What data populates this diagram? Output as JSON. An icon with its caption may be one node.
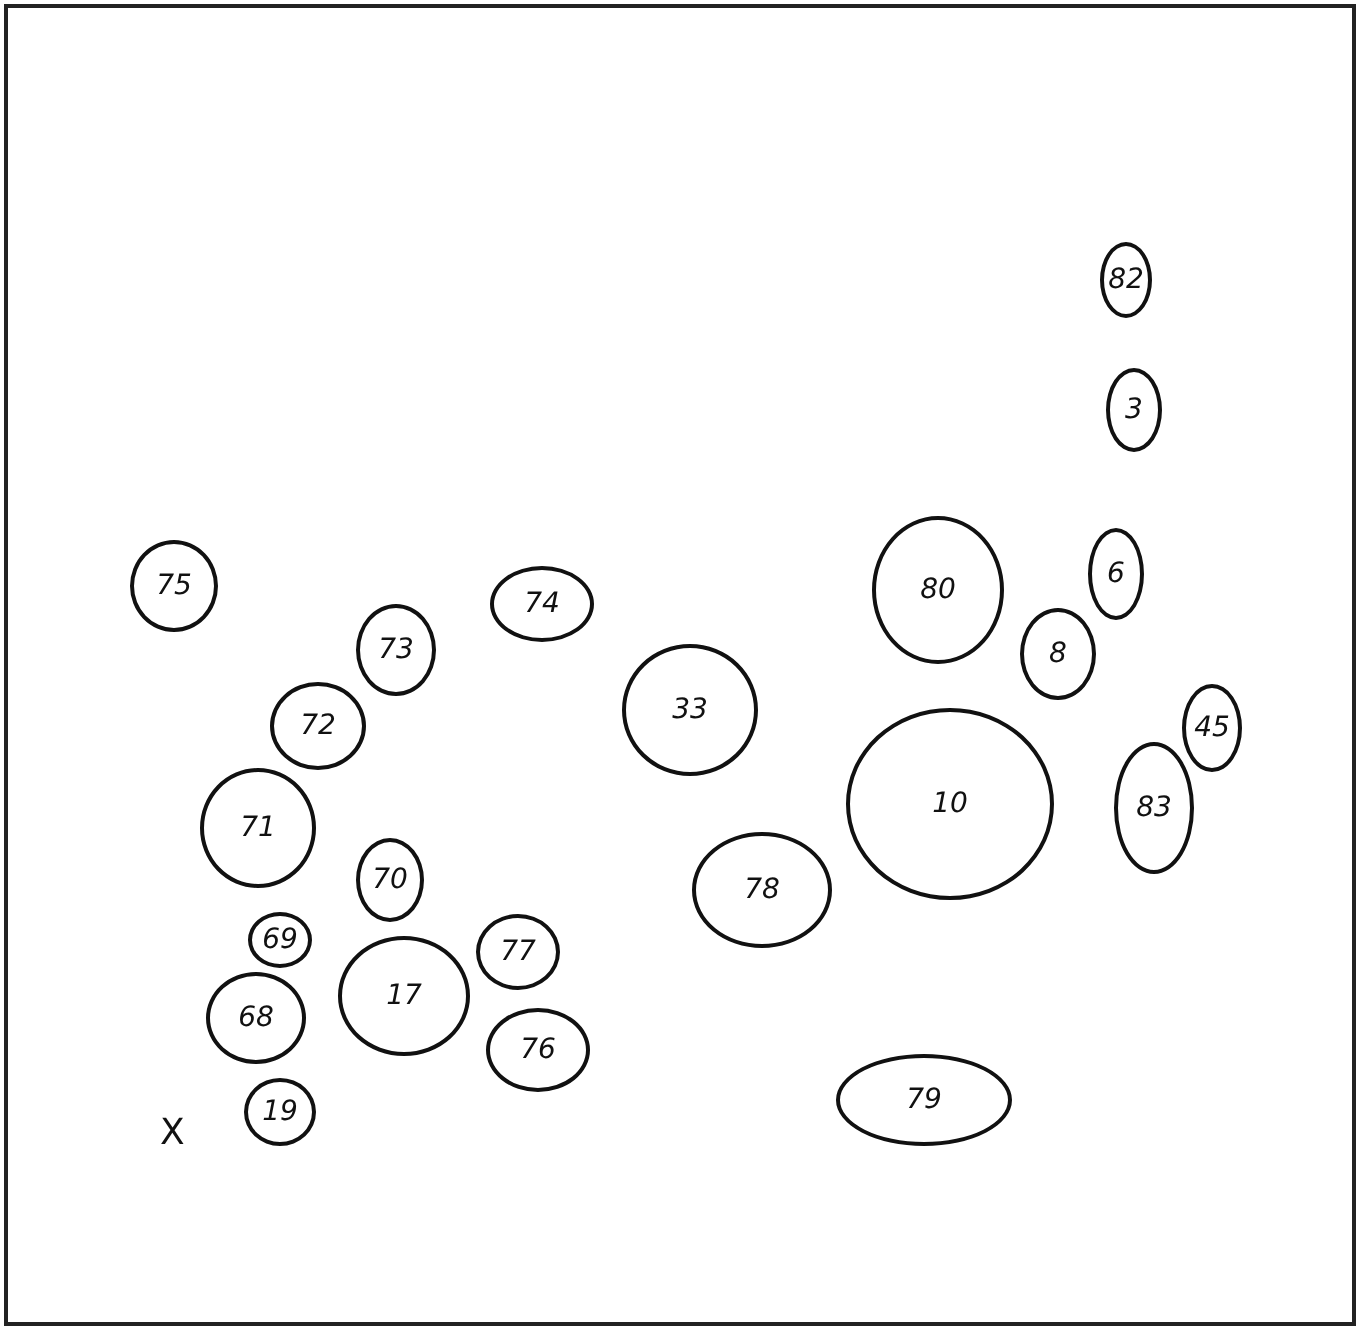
{
  "diagram": {
    "nodes": [
      {
        "text": [
          "82"
        ]
      },
      {
        "text": [
          "3"
        ]
      },
      {
        "text": [
          "6"
        ]
      },
      {
        "text": [
          "75"
        ]
      },
      {
        "text": [
          "80"
        ]
      },
      {
        "text": [
          "74"
        ]
      },
      {
        "text": [
          "73"
        ]
      },
      {
        "text": [
          "8"
        ]
      },
      {
        "text": [
          "33"
        ]
      },
      {
        "text": [
          "72"
        ]
      },
      {
        "text": [
          "45"
        ]
      },
      {
        "text": [
          "10"
        ]
      },
      {
        "text": [
          "83"
        ]
      },
      {
        "text": [
          "71"
        ]
      },
      {
        "text": [
          "70"
        ]
      },
      {
        "text": [
          "78"
        ]
      },
      {
        "text": [
          "69"
        ]
      },
      {
        "text": [
          "77"
        ]
      },
      {
        "text": [
          "17"
        ]
      },
      {
        "text": [
          "68"
        ]
      },
      {
        "text": [
          "76"
        ]
      },
      {
        "text": [
          "79"
        ]
      },
      {
        "text": [
          "19"
        ]
      }
    ],
    "labels": [
      "X"
    ]
  }
}
